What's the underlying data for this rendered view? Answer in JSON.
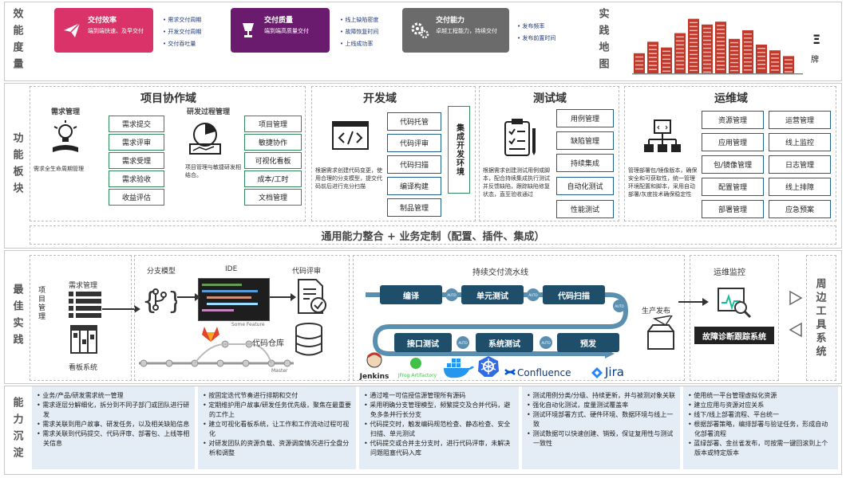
{
  "rows": {
    "efficiency": "效能度量",
    "practice_map": "实践地图",
    "function": "功能板块",
    "best_practice": "最佳实践",
    "capability": "能力沉淀",
    "tools": "周边工具系统"
  },
  "metric_cards": [
    {
      "title": "交付效率",
      "subtitle": "端到端快速、及早交付",
      "color": "#d9336a",
      "bullets": [
        "需求交付周期",
        "开发交付周期",
        "交付吞吐量"
      ]
    },
    {
      "title": "交付质量",
      "subtitle": "端到端高质量交付",
      "color": "#6a1b6e",
      "bullets": [
        "线上缺陷密度",
        "故障恢复时间",
        "上线成功率"
      ]
    },
    {
      "title": "交付能力",
      "subtitle": "卓越工程能力，持续交付",
      "color": "#6b6b6b",
      "bullets": [
        "发布频率",
        "发布前置时间"
      ]
    }
  ],
  "map_chart": {
    "bar_levels": [
      0.35,
      0.55,
      0.45,
      0.7,
      0.95,
      0.85,
      0.9,
      0.6,
      0.75,
      0.5,
      0.4,
      0.3
    ],
    "brand_text": "牌",
    "color": "#c0392b"
  },
  "domains": {
    "project": {
      "title": "项目协作域",
      "req_title": "需求管理",
      "req_items": [
        "需求提交",
        "需求评审",
        "需求受理",
        "需求验收",
        "收益评估"
      ],
      "req_desc": "需求全生命周期管理",
      "proc_title": "研发过程管理",
      "proc_items": [
        "项目管理",
        "敏捷协作",
        "可视化看板",
        "成本/工时",
        "文档管理"
      ],
      "proc_desc": "项目管理与敏捷研发相结合。"
    },
    "dev": {
      "title": "开发域",
      "items": [
        "代码托管",
        "代码评审",
        "代码扫描",
        "编译构建",
        "制品管理"
      ],
      "side": "集成开发环境",
      "desc": "根据需求创建代码变更，使用合理的分支模型，提交代码前后进行充分扫描"
    },
    "test": {
      "title": "测试域",
      "items": [
        "用例管理",
        "缺陷管理",
        "持续集成",
        "自动化测试",
        "性能测试"
      ],
      "desc": "根据需求创建测试用例或脚本，配合持续集成执行测试并反馈缺陷，跟踪缺陷修复状态，直至验收通过"
    },
    "ops": {
      "title": "运维域",
      "items_left": [
        "资源管理",
        "应用管理",
        "包/镜像管理",
        "配置管理",
        "部署管理"
      ],
      "items_right": [
        "运营管理",
        "线上监控",
        "日志管理",
        "线上排障",
        "应急预案"
      ],
      "desc": "管理部署包/镜像版本，确保安全和可获取性，统一管理环境配置和脚本，采用自动部署/灰度技术确保稳定性"
    },
    "common": "通用能力整合 + 业务定制（配置、插件、集成）"
  },
  "best": {
    "req_label": "项目管理",
    "req_mgmt": "需求管理",
    "kanban": "看板系统",
    "branch": "分支模型",
    "ide": "IDE",
    "ide_caption": "Some Feature",
    "master": "Master",
    "code_review": "代码评审",
    "code_repo": "代码仓库",
    "cd_title": "持续交付流水线",
    "stages_top": [
      "编译",
      "单元测试",
      "代码扫描"
    ],
    "stages_bottom": [
      "接口测试",
      "系统测试",
      "预发"
    ],
    "auto": "AUTO",
    "release": "生产发布",
    "ops_title": "运维监控",
    "ops_sys": "故障诊断跟踪系统",
    "tools": [
      "Jenkins",
      "JFrog Artifactory",
      "Confluence",
      "Jira"
    ]
  },
  "capabilities": [
    [
      "业务/产品/研发需求统一管理",
      "需求逐层分解细化，拆分到不同子部门或团队进行研发",
      "需求关联到用户故事、研发任务，以及相关缺陷信息",
      "需求关联到代码提交、代码评审、部署包、上线等相关信息"
    ],
    [
      "按固定迭代节奏进行排期和交付",
      "定期维护用户故事/研发任务优先级，聚焦在最重要的工作上",
      "建立可视化看板系统，让工作和工作流动过程可视化",
      "对研发团队的资源负载、资源调度情况进行全盘分析和调整"
    ],
    [
      "通过唯一可信授信源管理所有源码",
      "采用明确分支管理模型，频繁提交及合并代码，避免多条并行长分支",
      "代码提交时，触发编码规范检查、静态检查、安全扫描、单元测试",
      "代码提交或合并主分支时，进行代码评审，未解决问题阻塞代码入库"
    ],
    [
      "测试用例分类/分级、持续更新，并与被测对象关联",
      "强化自动化测试，度量测试覆盖率",
      "测试环境部署方式、硬件环境、数据环境与线上一致",
      "测试数据可以快速创建、销毁，保证复用性与测试一致性"
    ],
    [
      "使用统一平台管理虚拟化资源",
      "建立应用与资源对应关系",
      "线下/线上部署流程、平台统一",
      "根据部署策略，编排部署与验证任务，形成自动化部署流程",
      "蓝绿部署、金丝雀发布，可按需一键回滚到上个版本或特定版本"
    ]
  ]
}
